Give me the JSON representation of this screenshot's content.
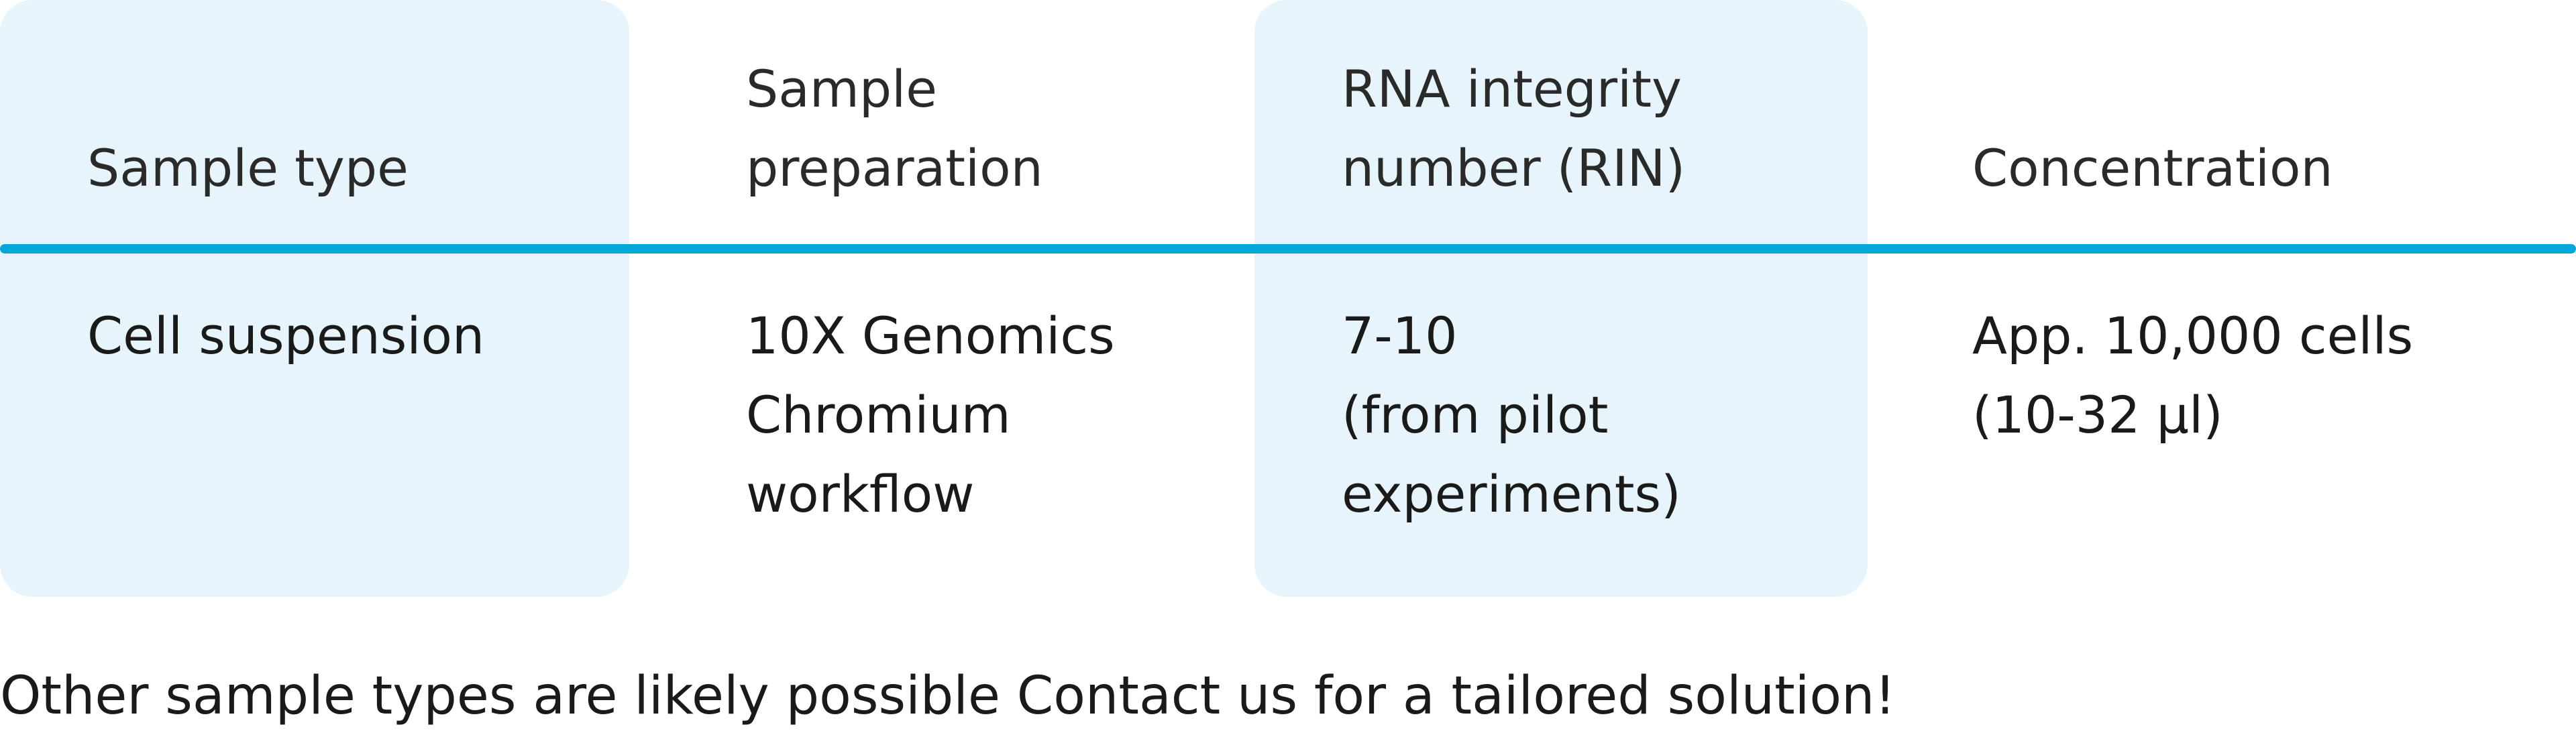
{
  "table": {
    "headers": [
      {
        "lines": [
          "Sample type"
        ]
      },
      {
        "lines": [
          "Sample",
          "preparation"
        ]
      },
      {
        "lines": [
          "RNA integrity",
          "number (RIN)"
        ]
      },
      {
        "lines": [
          "Concentration"
        ]
      }
    ],
    "row": [
      {
        "lines": [
          "Cell suspension"
        ]
      },
      {
        "lines": [
          "10X Genomics",
          "Chromium",
          "workflow"
        ]
      },
      {
        "lines": [
          "7-10",
          "(from pilot",
          "experiments)"
        ]
      },
      {
        "lines": [
          "App. 10,000 cells",
          "(10-32 µl)"
        ]
      }
    ],
    "highlight_color": "#e8f4fc",
    "divider_color": "#00a8d8"
  },
  "footnote": "Other sample types are likely possible Contact us for a tailored solution!"
}
